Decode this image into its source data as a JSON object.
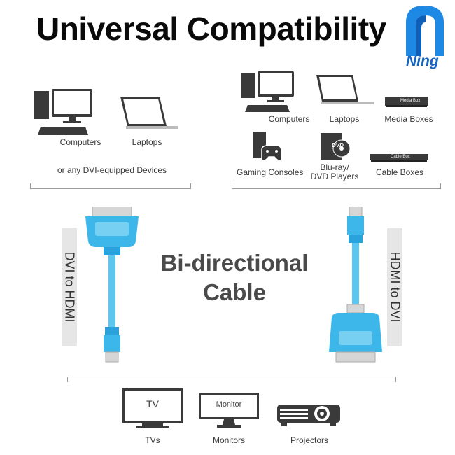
{
  "header": {
    "title": "Universal Compatibility",
    "brand": "Ning"
  },
  "left_sources": {
    "items": [
      "Computers",
      "Laptops"
    ],
    "note": "or any DVI-equipped Devices"
  },
  "right_sources": {
    "row1": [
      "Computers",
      "Laptops",
      "Media Boxes"
    ],
    "row2": [
      "Gaming Consoles",
      "Blu-ray/",
      "DVD Players",
      "Cable Boxes"
    ],
    "device_text": {
      "media_box": "Media Box",
      "cable_box": "Cable Box",
      "dvd": "DVD"
    }
  },
  "center": {
    "line1": "Bi-directional",
    "line2": "Cable"
  },
  "side_labels": {
    "left": "DVI to HDMI",
    "right": "HDMI to DVI"
  },
  "outputs": {
    "items": [
      "TVs",
      "Monitors",
      "Projectors"
    ],
    "screen_text": {
      "tv": "TV",
      "monitor": "Monitor"
    }
  },
  "colors": {
    "cable_blue": "#3db7ea",
    "cable_dark": "#1f8fd0",
    "connector_gray": "#d6d6d6",
    "device_dark": "#3a3a3a",
    "brand_blue": "#1e88e5"
  },
  "icons": [
    "computer-icon",
    "laptop-icon",
    "media-box-icon",
    "game-console-icon",
    "bluray-icon",
    "cable-box-icon",
    "tv-icon",
    "monitor-icon",
    "projector-icon",
    "dvi-connector-icon",
    "hdmi-connector-icon",
    "ning-logo-icon"
  ]
}
